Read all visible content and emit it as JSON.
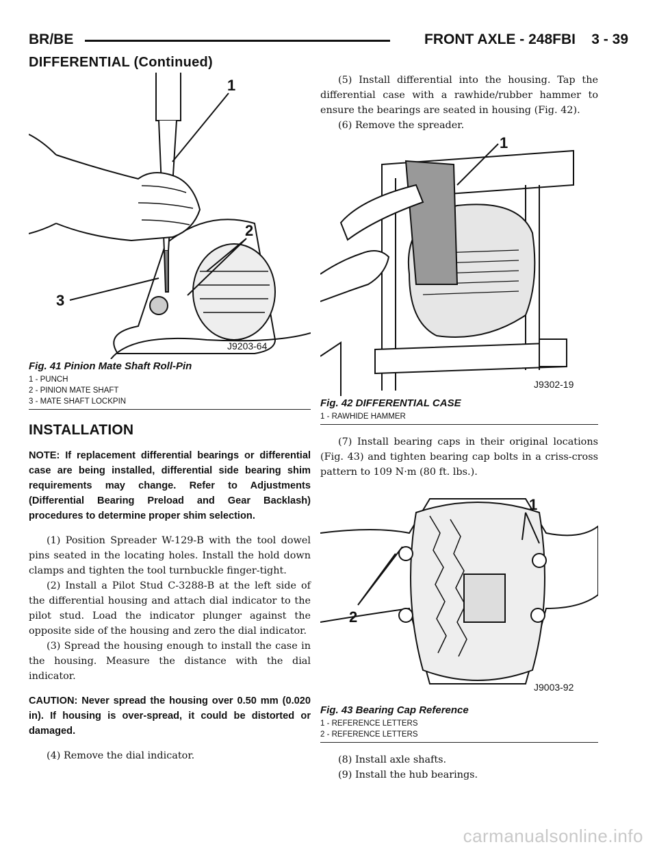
{
  "header": {
    "left": "BR/BE",
    "right": "FRONT AXLE - 248FBI    3 - 39"
  },
  "section_title": "DIFFERENTIAL (Continued)",
  "fig41": {
    "code": "J9203-64",
    "callouts": [
      "1",
      "2",
      "3"
    ],
    "caption": "Fig. 41 Pinion Mate Shaft Roll-Pin",
    "legend": [
      "1 - PUNCH",
      "2 - PINION MATE SHAFT",
      "3 - MATE SHAFT LOCKPIN"
    ]
  },
  "installation": {
    "heading": "INSTALLATION",
    "note": "NOTE: If replacement differential bearings or differential case are being installed, differential side bearing shim requirements may change. Refer to Adjustments (Differential Bearing Preload and Gear Backlash) procedures to determine proper shim selection.",
    "step1": "(1) Position Spreader W-129-B with the tool dowel pins seated in the locating holes. Install the hold down clamps and tighten the tool turnbuckle finger-tight.",
    "step2": "(2) Install a Pilot Stud C-3288-B at the left side of the differential housing and attach dial indicator to the pilot stud. Load the indicator plunger against the opposite side of the housing and zero the dial indicator.",
    "step3": "(3) Spread the housing enough to install the case in the housing. Measure the distance with the dial indicator.",
    "caution": "CAUTION: Never spread the housing over 0.50 mm (0.020 in). If housing is over-spread, it could be distorted or damaged.",
    "step4": "(4) Remove the dial indicator."
  },
  "right": {
    "step5": "(5) Install differential into the housing. Tap the differential case with a rawhide/rubber hammer to ensure the bearings are seated in housing (Fig. 42).",
    "step6": "(6) Remove the spreader.",
    "step7": "(7) Install bearing caps in their original locations (Fig. 43) and tighten bearing cap bolts in a criss-cross pattern to 109 N·m (80 ft. lbs.).",
    "step8": "(8) Install axle shafts.",
    "step9": "(9) Install the hub bearings."
  },
  "fig42": {
    "code": "J9302-19",
    "callouts": [
      "1"
    ],
    "caption": "Fig. 42 DIFFERENTIAL CASE",
    "legend": [
      "1 - RAWHIDE HAMMER"
    ]
  },
  "fig43": {
    "code": "J9003-92",
    "callouts": [
      "1",
      "2"
    ],
    "caption": "Fig. 43 Bearing Cap Reference",
    "legend": [
      "1 - REFERENCE LETTERS",
      "2 - REFERENCE LETTERS"
    ]
  },
  "watermark": "carmanualsonline.info"
}
